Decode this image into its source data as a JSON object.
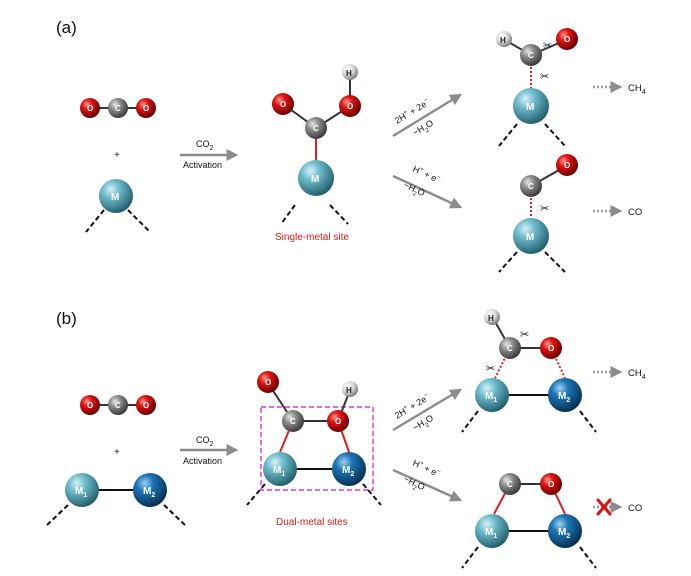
{
  "panels": [
    {
      "label": "(a)",
      "plus": "+",
      "activation_text_1": "CO",
      "activation_text_1_sub": "2",
      "activation_text_2": "Activation",
      "site_caption": "Single-metal site",
      "top_path": {
        "line1": "2H",
        "line1_sup1": "+",
        "line1_mid": " + 2e",
        "line1_sup2": "−",
        "line2": "−H",
        "line2_sub": "2",
        "line2_end": "O"
      },
      "bottom_path": {
        "line1": "H",
        "line1_sup1": "+",
        "line1_mid": " + e",
        "line1_sup2": "−",
        "line2": "−H",
        "line2_sub": "2",
        "line2_end": "O"
      },
      "product_top": "CH",
      "product_top_sub": "4",
      "product_bottom": "CO",
      "atoms": {
        "O": "O",
        "C": "C",
        "H": "H",
        "M": "M"
      }
    },
    {
      "label": "(b)",
      "plus": "+",
      "activation_text_1": "CO",
      "activation_text_1_sub": "2",
      "activation_text_2": "Activation",
      "site_caption": "Dual-metal sites",
      "top_path": {
        "line1": "2H",
        "line1_sup1": "+",
        "line1_mid": " + 2e",
        "line1_sup2": "−",
        "line2": "−H",
        "line2_sub": "2",
        "line2_end": "O"
      },
      "bottom_path": {
        "line1": "H",
        "line1_sup1": "+",
        "line1_mid": " + e",
        "line1_sup2": "−",
        "line2": "−H",
        "line2_sub": "2",
        "line2_end": "O"
      },
      "product_top": "CH",
      "product_top_sub": "4",
      "product_bottom": "CO",
      "atoms": {
        "O": "O",
        "C": "C",
        "H": "H",
        "M1": "M",
        "M1_sub": "1",
        "M2": "M",
        "M2_sub": "2"
      }
    }
  ],
  "colors": {
    "oxygen": "#e01414",
    "carbon": "#808080",
    "hydrogen": "#e8e8e8",
    "metal_light": "#5ba9bd",
    "metal_dark": "#1568a8",
    "bond_red": "#e41c1c",
    "arrow_gray": "#8c8c8c",
    "dash_box": "#e030e0",
    "cross": "#e01010"
  }
}
